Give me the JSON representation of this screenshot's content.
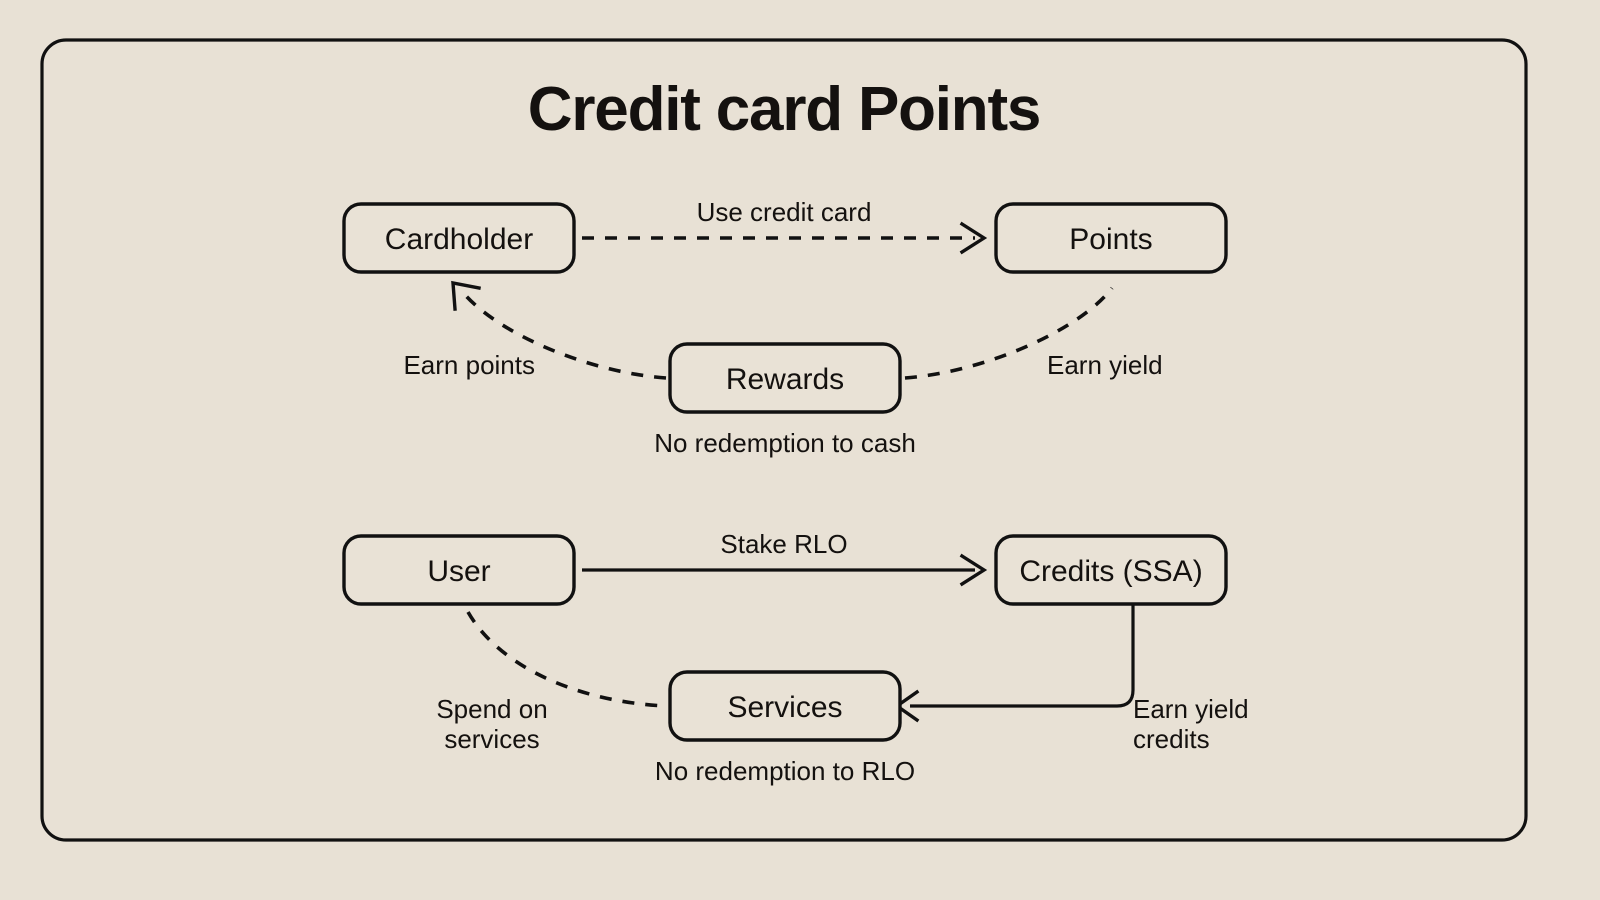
{
  "title": "Credit card Points",
  "colors": {
    "background": "#e8e1d5",
    "stroke": "#111111",
    "text": "#14110f",
    "node_fill": "#e9e2d6"
  },
  "flows": {
    "points": {
      "nodes": {
        "cardholder": "Cardholder",
        "points": "Points",
        "rewards": "Rewards"
      },
      "edges": {
        "use_credit_card": "Use credit card",
        "earn_points": "Earn points",
        "earn_yield": "Earn yield"
      },
      "note": "No redemption to cash"
    },
    "credits": {
      "nodes": {
        "user": "User",
        "credits": "Credits (SSA)",
        "services": "Services"
      },
      "edges": {
        "stake_rlo": "Stake RLO",
        "spend_on_services_line1": "Spend on",
        "spend_on_services_line2": "services",
        "earn_yield_credits_line1": "Earn yield",
        "earn_yield_credits_line2": "credits"
      },
      "note": "No redemption to RLO"
    }
  }
}
